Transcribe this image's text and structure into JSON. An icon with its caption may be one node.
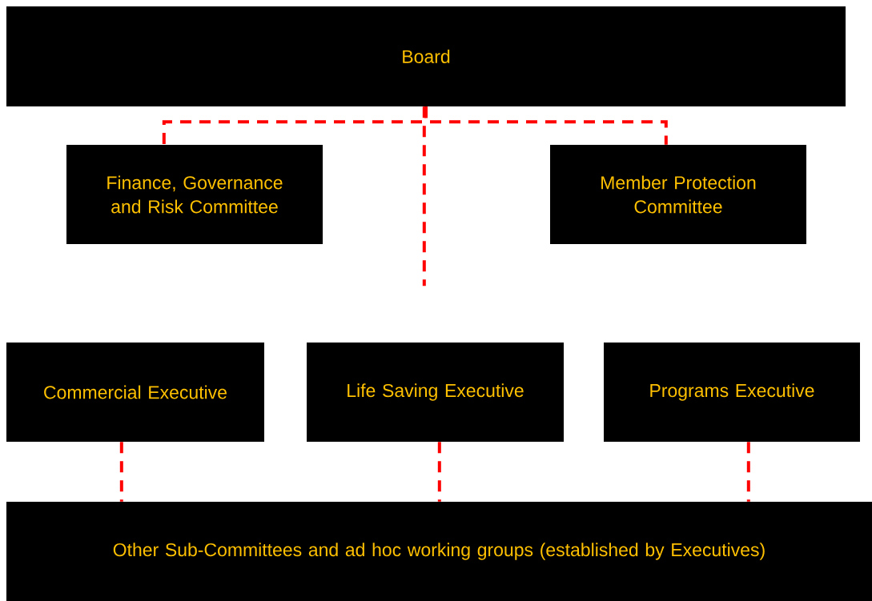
{
  "diagram": {
    "nodes": [
      {
        "text": [
          "Board"
        ]
      },
      {
        "text": [
          "Finance, Governance and Risk Committee"
        ]
      },
      {
        "text": [
          "Member Protection Committee"
        ]
      },
      {
        "text": [
          "Commercial Executive"
        ]
      },
      {
        "text": [
          "Life Saving Executive"
        ]
      },
      {
        "text": [
          "Programs Executive"
        ]
      },
      {
        "text": [
          "Other Sub-Committees and ad hoc working groups (established by Executives)"
        ]
      }
    ],
    "edges": [
      {
        "from": 0,
        "to": 1,
        "arrow": "none",
        "style": "dashed",
        "color": "#ff0000"
      },
      {
        "from": 0,
        "to": 2,
        "arrow": "none",
        "style": "dashed",
        "color": "#ff0000"
      },
      {
        "from": 0,
        "to": null,
        "arrow": "none",
        "style": "dashed",
        "color": "#ff0000"
      },
      {
        "from": 3,
        "to": 6,
        "arrow": "none",
        "style": "dashed",
        "color": "#ff0000"
      },
      {
        "from": 4,
        "to": 6,
        "arrow": "none",
        "style": "dashed",
        "color": "#ff0000"
      },
      {
        "from": 5,
        "to": 6,
        "arrow": "none",
        "style": "dashed",
        "color": "#ff0000"
      }
    ]
  }
}
